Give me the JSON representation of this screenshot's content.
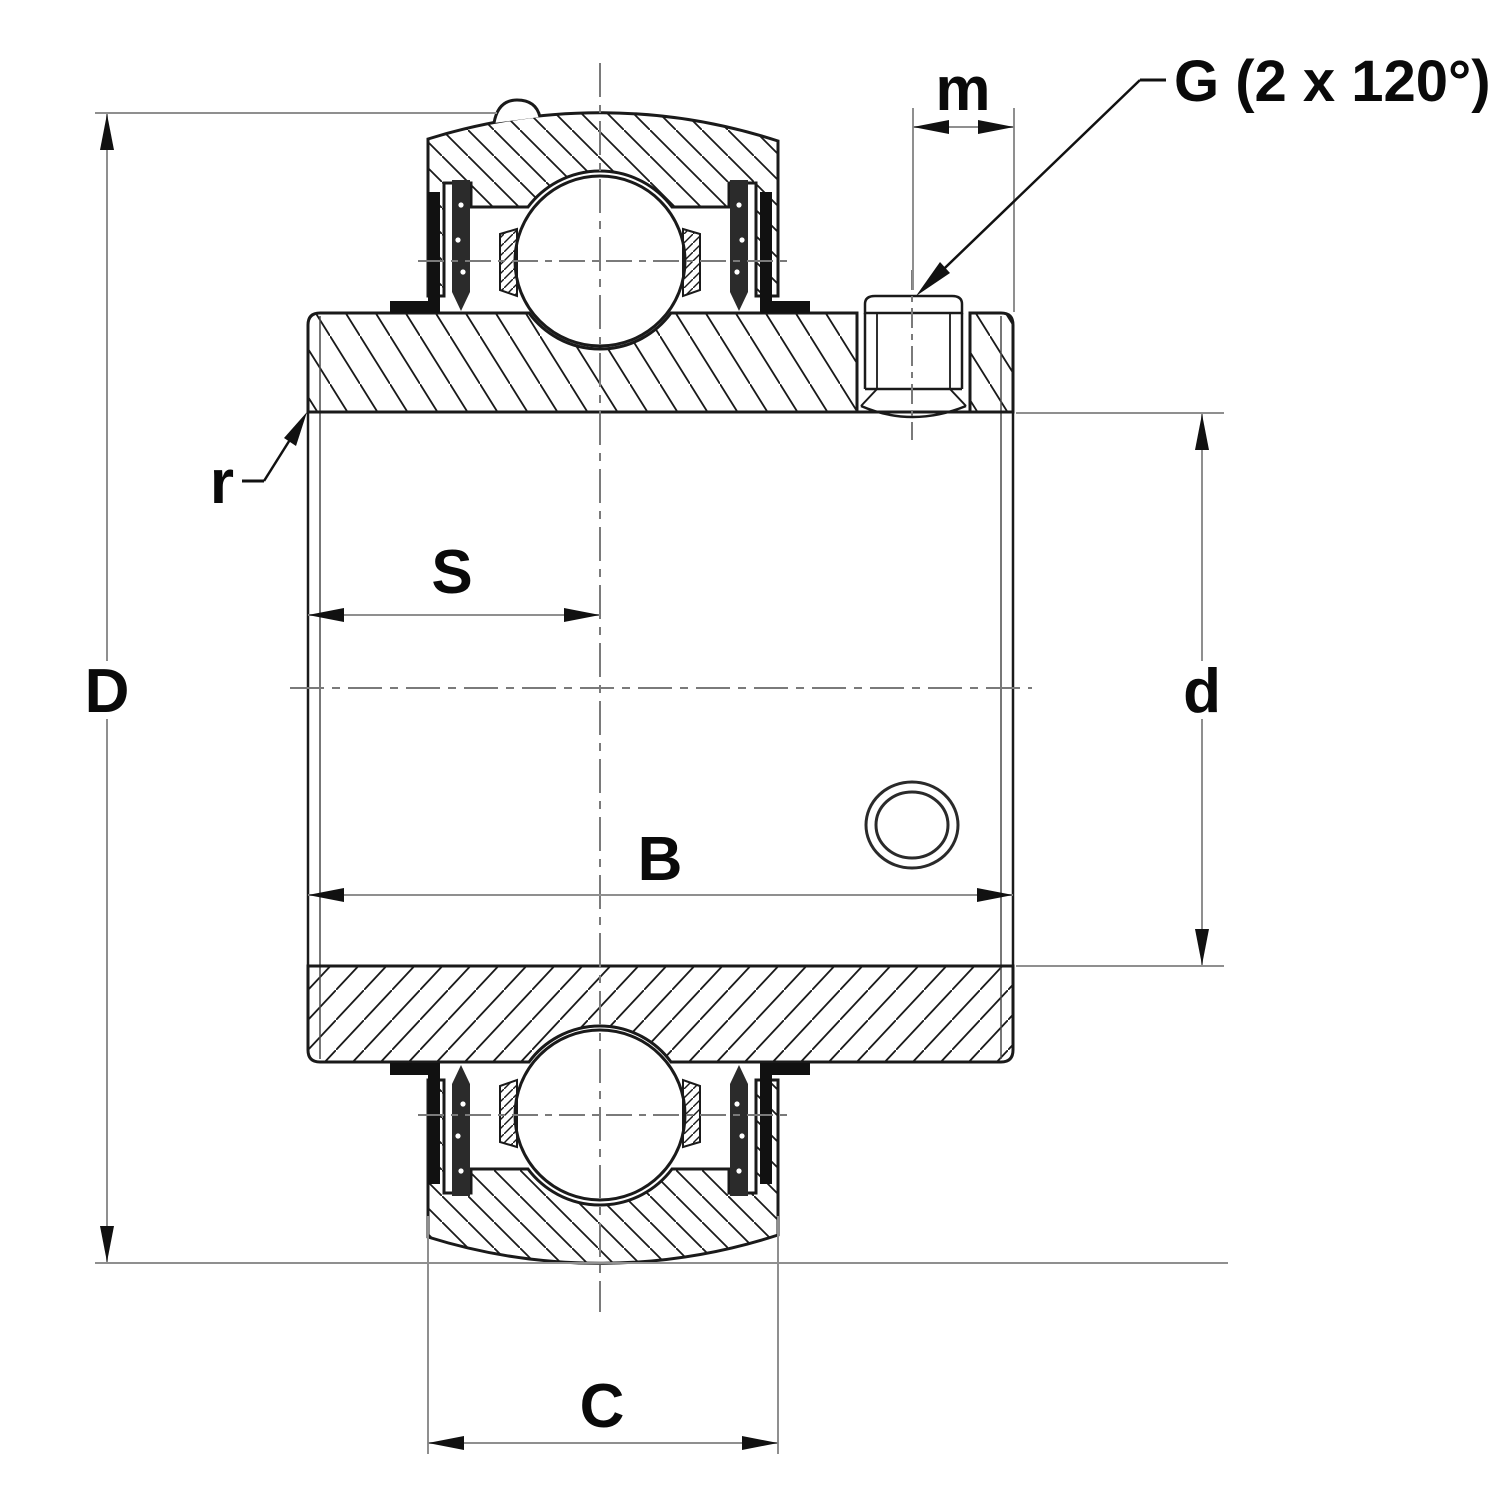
{
  "diagram": {
    "kind": "engineering-drawing",
    "subject": "insert-ball-bearing-cross-section",
    "background_color": "#ffffff",
    "edge_color": "#1a1a1a",
    "dimension_line_color": "#8f8f8f",
    "centerline_color": "#7a7a7a",
    "labels": {
      "outer_sphere_diameter": "D",
      "bore_diameter": "d",
      "inner_ring_width": "B",
      "outer_ring_width": "C",
      "center_to_face": "S",
      "setscrew_to_face": "m",
      "fillet_radius": "r",
      "lubrication_holes": "G (2 x 120°)"
    }
  }
}
